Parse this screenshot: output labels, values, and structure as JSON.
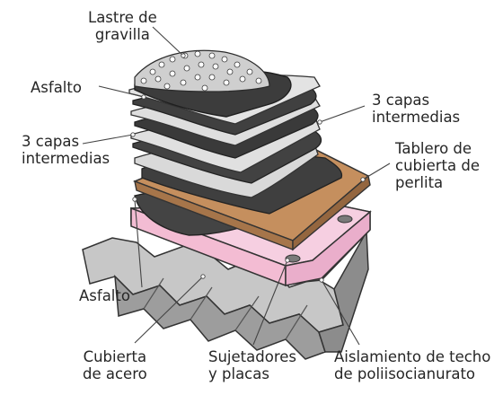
{
  "labels": {
    "gravel_ballast": "Lastre de\ngravilla",
    "asphalt_top": "Asfalto",
    "plies_left": "3 capas\nintermedias",
    "plies_right": "3 capas\nintermedias",
    "perlite_board": "Tablero de\ncubierta de\nperlita",
    "asphalt_bottom": "Asfalto",
    "steel_deck": "Cubierta\nde acero",
    "fasteners": "Sujetadores\ny placas",
    "insulation": "Aislamiento de techo\nde poliisocianurato"
  },
  "colors": {
    "asphalt": "#474747",
    "felt": "#dcdcdc",
    "perlite": "#c08a5a",
    "insulation": "#f4c3d8",
    "steel": "#a3a3a3",
    "gravel": "#b9b9b9"
  }
}
